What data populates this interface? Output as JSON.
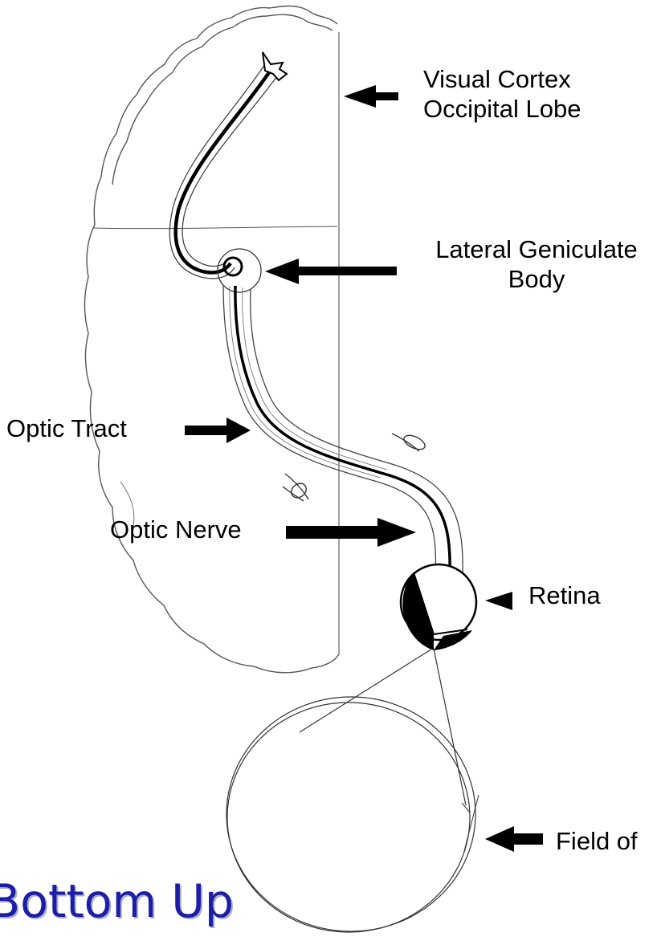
{
  "diagram": {
    "labels": {
      "visual_cortex_line1": "Visual Cortex",
      "visual_cortex_line2": "Occipital Lobe",
      "lateral_geniculate_line1": "Lateral Geniculate",
      "lateral_geniculate_line2": "Body",
      "optic_tract": "Optic Tract",
      "optic_nerve": "Optic Nerve",
      "retina": "Retina",
      "field": "Field of"
    },
    "title": "Bottom Up",
    "colors": {
      "line": "#000000",
      "title": "#1d1da6",
      "title_shadow": "#aab0c8"
    }
  }
}
